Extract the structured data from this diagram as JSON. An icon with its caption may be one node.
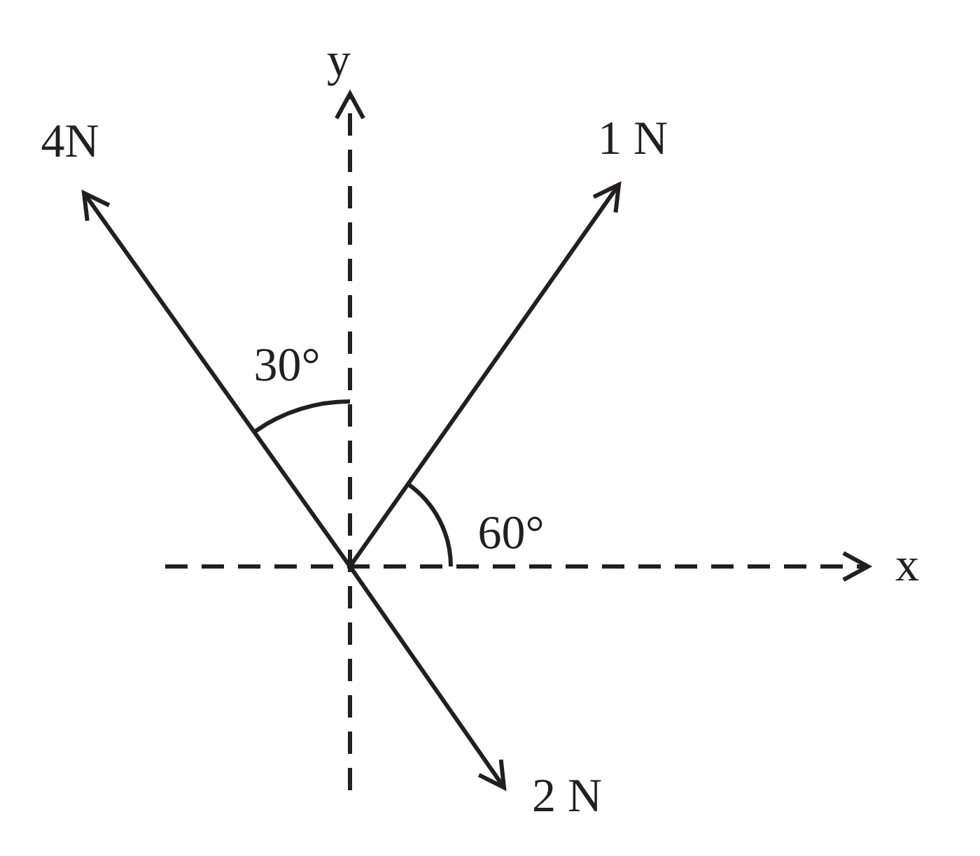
{
  "diagram": {
    "labels": [
      "y",
      "4N",
      "1 N",
      "30°",
      "60°",
      "x",
      "2 N"
    ]
  }
}
